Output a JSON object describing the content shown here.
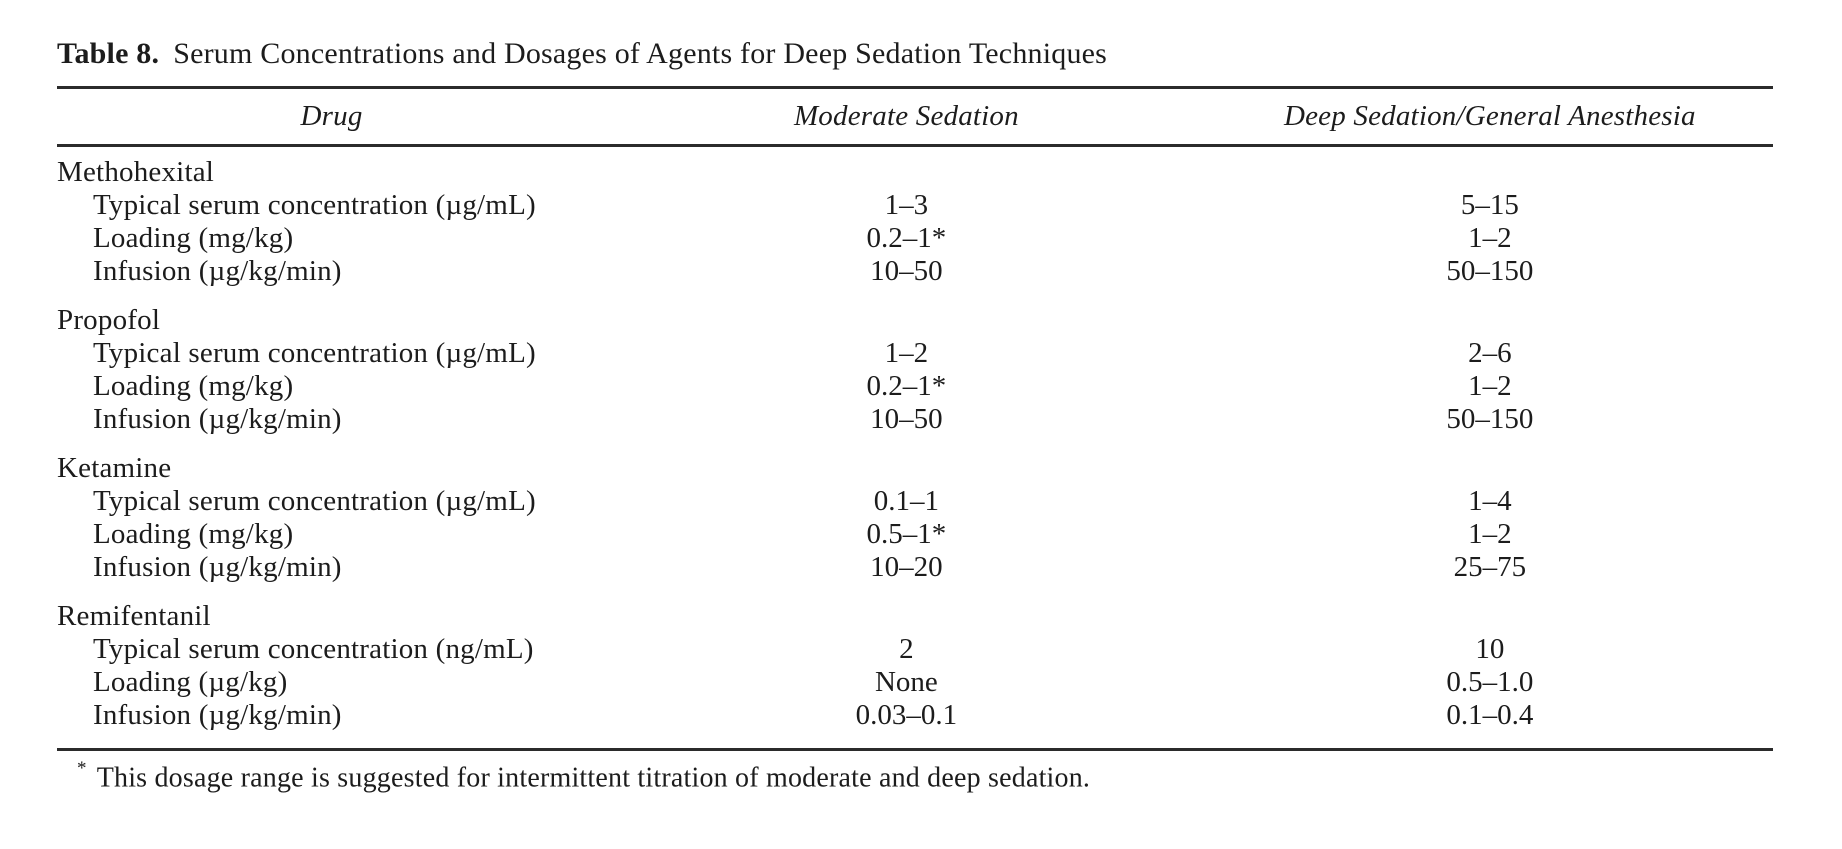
{
  "table": {
    "caption_label": "Table 8.",
    "caption_title": "Serum Concentrations and Dosages of Agents for Deep Sedation Techniques",
    "columns": {
      "drug": "Drug",
      "moderate": "Moderate Sedation",
      "deep": "Deep Sedation/General Anesthesia"
    },
    "groups": [
      {
        "drug": "Methohexital",
        "rows": [
          {
            "label": "Typical serum concentration (µg/mL)",
            "moderate": "1–3",
            "deep": "5–15"
          },
          {
            "label": "Loading (mg/kg)",
            "moderate": "0.2–1*",
            "deep": "1–2"
          },
          {
            "label": "Infusion (µg/kg/min)",
            "moderate": "10–50",
            "deep": "50–150"
          }
        ]
      },
      {
        "drug": "Propofol",
        "rows": [
          {
            "label": "Typical serum concentration (µg/mL)",
            "moderate": "1–2",
            "deep": "2–6"
          },
          {
            "label": "Loading (mg/kg)",
            "moderate": "0.2–1*",
            "deep": "1–2"
          },
          {
            "label": "Infusion (µg/kg/min)",
            "moderate": "10–50",
            "deep": "50–150"
          }
        ]
      },
      {
        "drug": "Ketamine",
        "rows": [
          {
            "label": "Typical serum concentration (µg/mL)",
            "moderate": "0.1–1",
            "deep": "1–4"
          },
          {
            "label": "Loading (mg/kg)",
            "moderate": "0.5–1*",
            "deep": "1–2"
          },
          {
            "label": "Infusion (µg/kg/min)",
            "moderate": "10–20",
            "deep": "25–75"
          }
        ]
      },
      {
        "drug": "Remifentanil",
        "rows": [
          {
            "label": "Typical serum concentration (ng/mL)",
            "moderate": "2",
            "deep": "10"
          },
          {
            "label": "Loading (µg/kg)",
            "moderate": "None",
            "deep": "0.5–1.0"
          },
          {
            "label": "Infusion (µg/kg/min)",
            "moderate": "0.03–0.1",
            "deep": "0.1–0.4"
          }
        ]
      }
    ],
    "footnote_marker": "*",
    "footnote_text": "This dosage range is suggested for intermittent titration of moderate and deep sedation."
  }
}
